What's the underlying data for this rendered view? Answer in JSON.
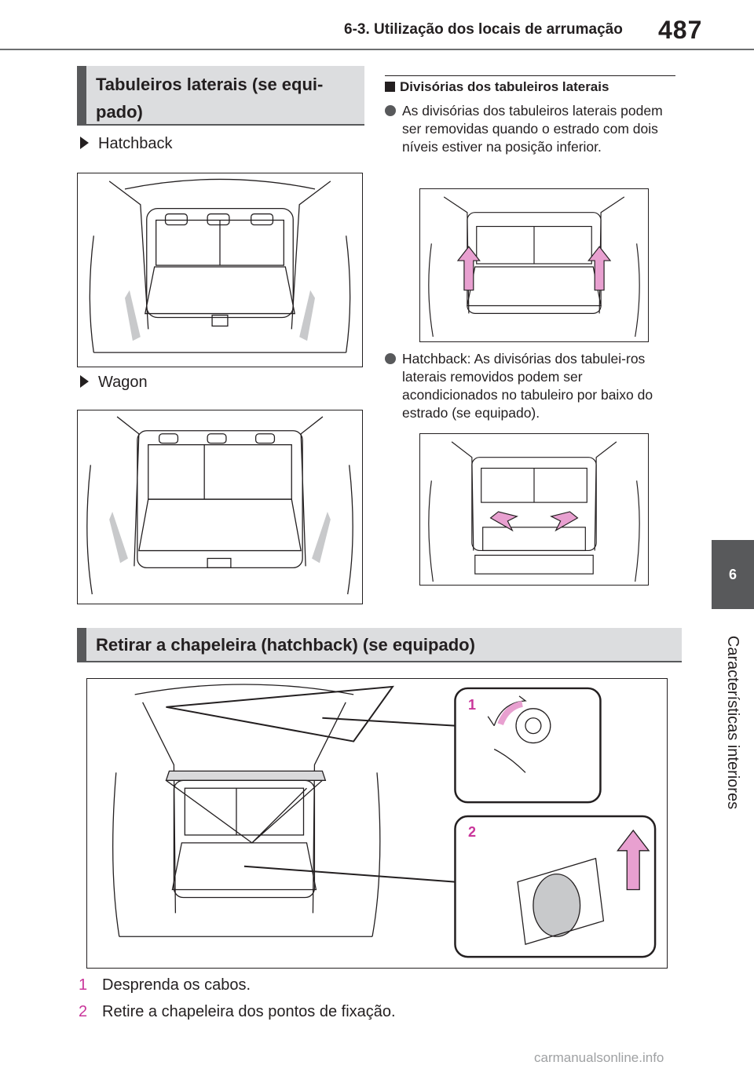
{
  "header": {
    "section": "6-3. Utilização dos locais de arrumação",
    "page_number": "487"
  },
  "side_tab": {
    "number": "6",
    "label": "Características interiores"
  },
  "section1": {
    "title_line1": "Tabuleiros laterais (se equi-",
    "title_line2": "pado)",
    "hatchback_label": "Hatchback",
    "wagon_label": "Wagon"
  },
  "dividers": {
    "heading": "Divisórias dos tabuleiros laterais",
    "bullet1": "As divisórias dos tabuleiros laterais podem ser removidas quando o estrado com dois níveis estiver na posição inferior.",
    "bullet2": "Hatchback: As divisórias dos tabulei-ros laterais removidos podem ser acondicionados no tabuleiro por baixo do estrado (se equipado)."
  },
  "section2": {
    "title": "Retirar a chapeleira (hatchback) (se equipado)",
    "callout1": "1",
    "callout2": "2",
    "steps": [
      {
        "num": "1",
        "text": "Desprenda os cabos."
      },
      {
        "num": "2",
        "text": "Retire a chapeleira dos pontos de fixação."
      }
    ]
  },
  "watermark": "carmanualsonline.info",
  "colors": {
    "accent": "#c9359a",
    "tab": "#58595b",
    "box": "#dcdddf",
    "arrow": "#e8a0d0"
  }
}
